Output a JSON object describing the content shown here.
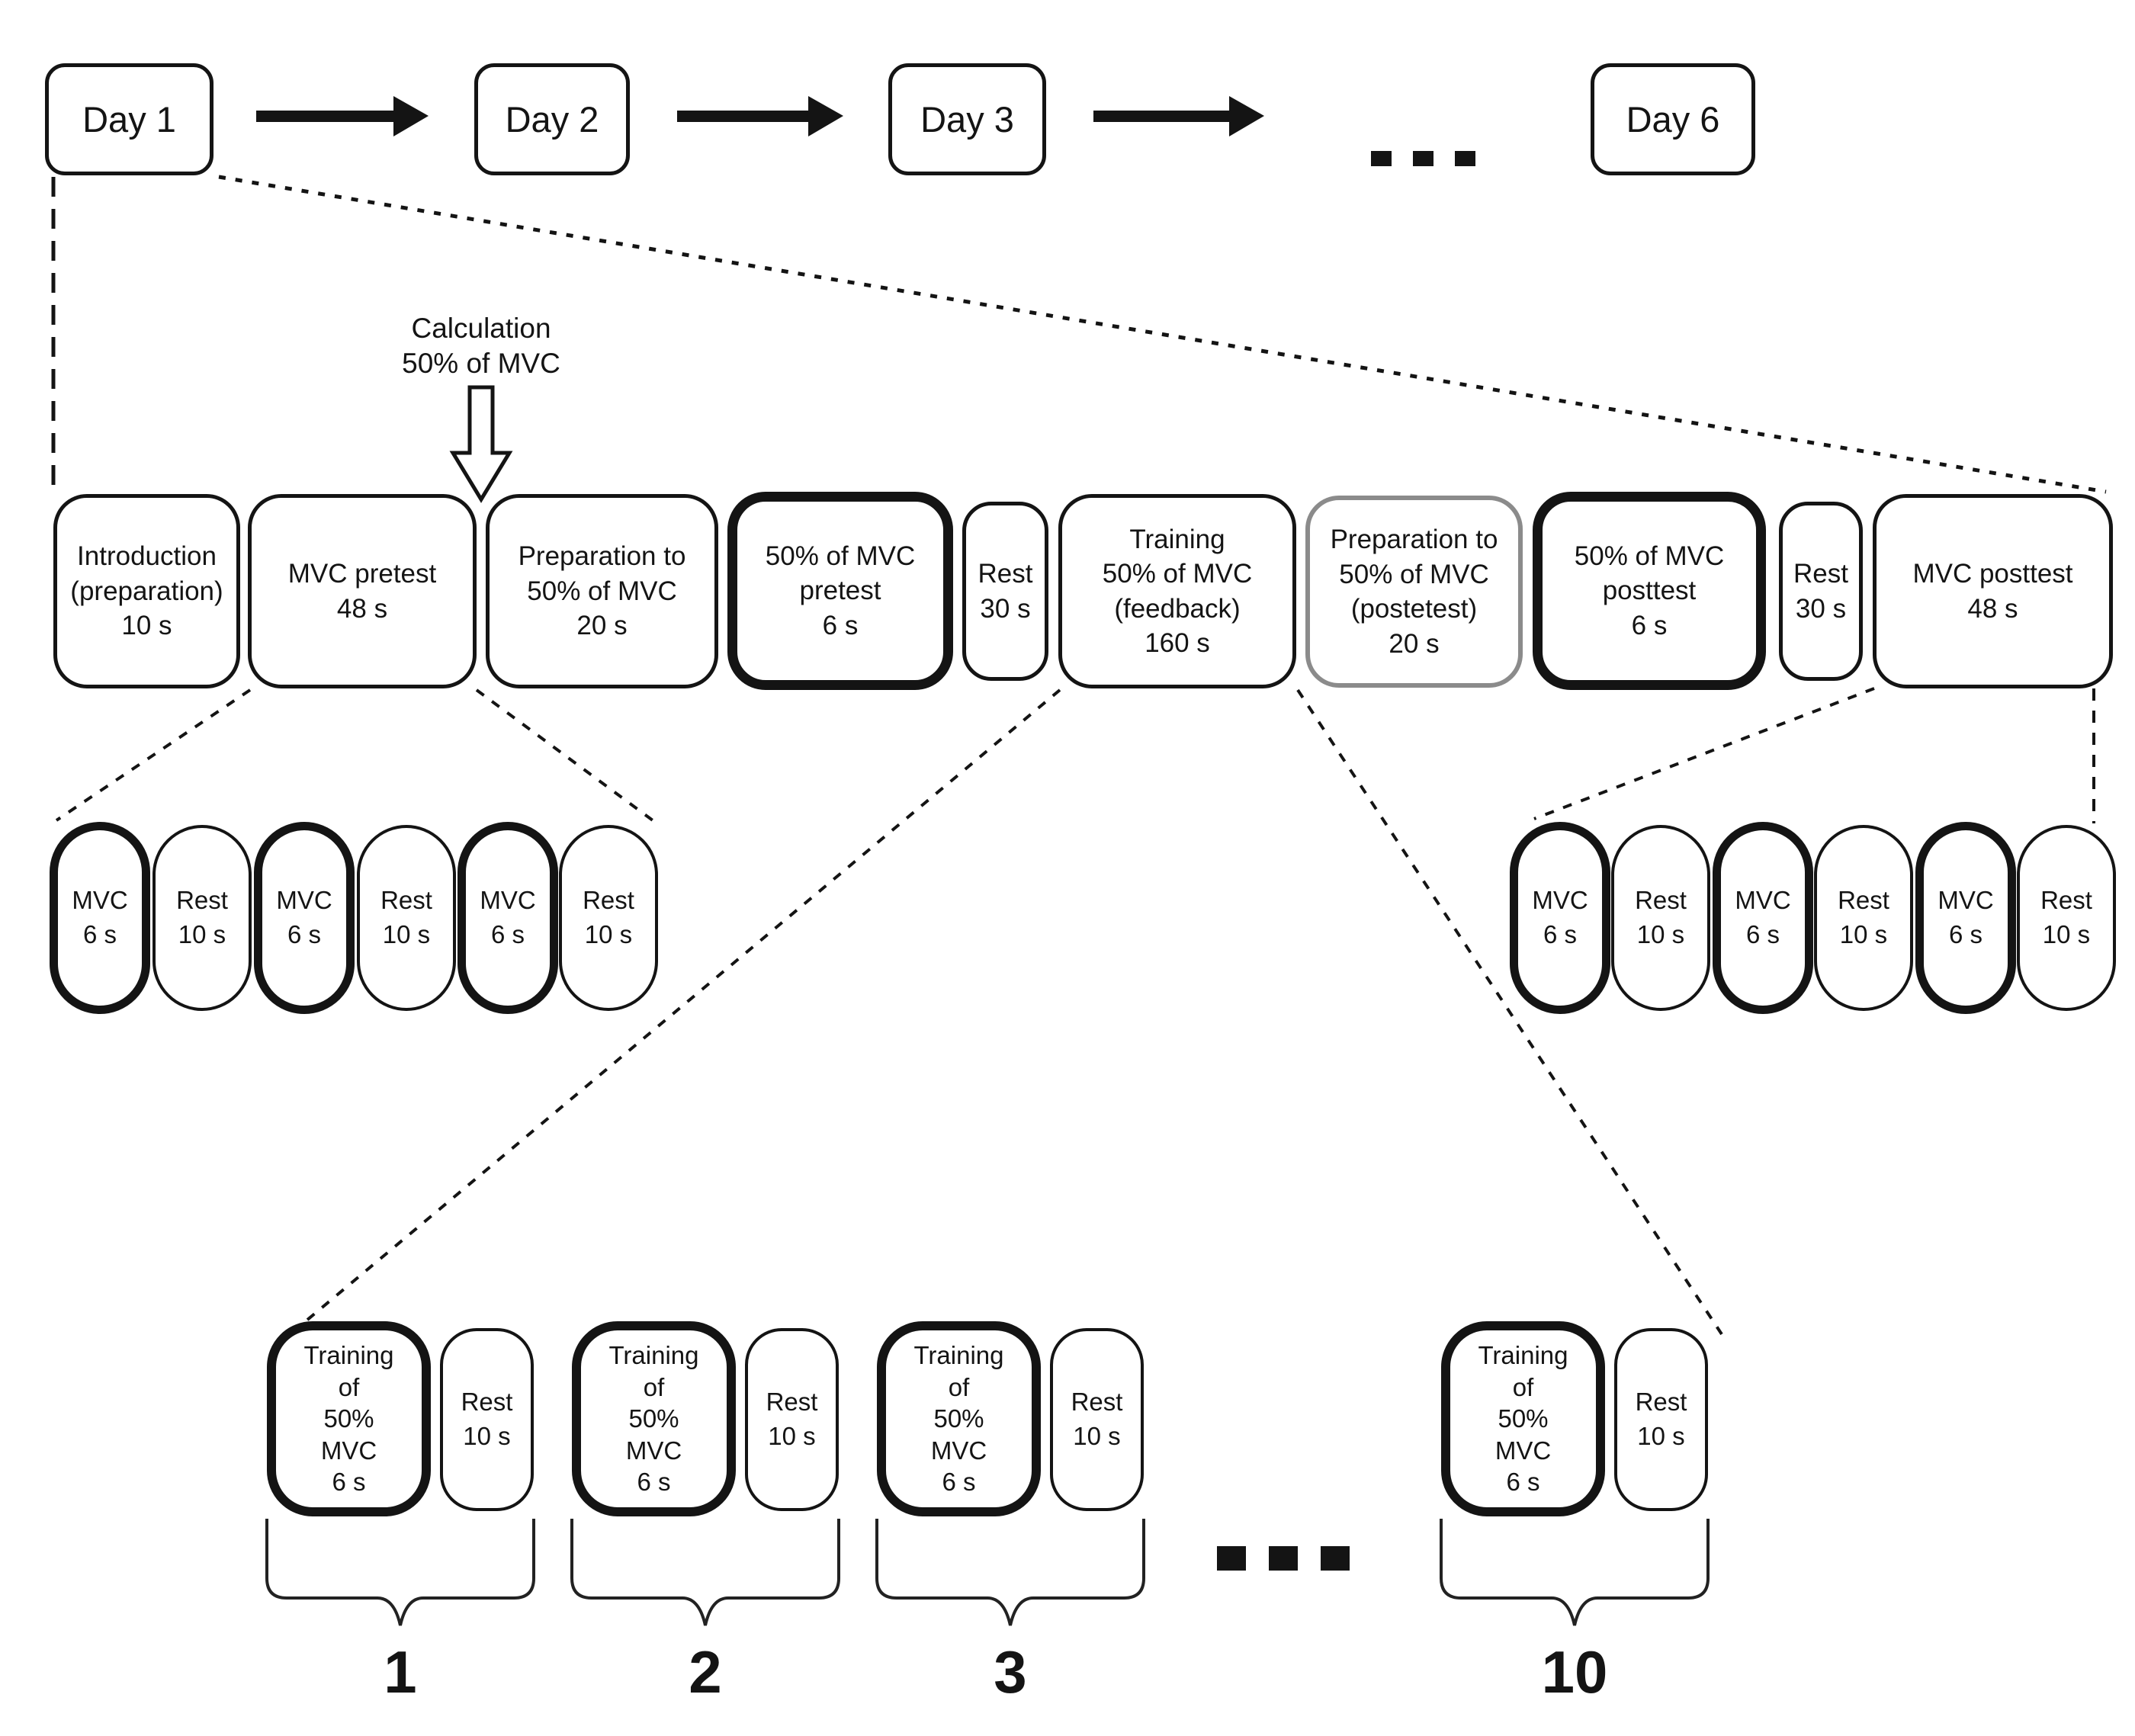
{
  "colors": {
    "line": "#141414",
    "gray_border": "#8b8b8b",
    "background": "#ffffff"
  },
  "icons": {
    "days_gap_ellipsis": "...",
    "training_gap_ellipsis": "...",
    "day_arrow": "right-arrow",
    "calculation_arrow": "hollow-down-arrow"
  },
  "days": {
    "boxes": [
      {
        "label": "Day 1"
      },
      {
        "label": "Day 2"
      },
      {
        "label": "Day 3"
      },
      {
        "label": "Day 6"
      }
    ]
  },
  "calculation_note": {
    "text": "Calculation\n50% of MVC"
  },
  "session_timeline": {
    "boxes": [
      {
        "id": "introduction",
        "text": "Introduction\n(preparation)\n10 s",
        "style": "normal"
      },
      {
        "id": "mvc-pretest",
        "text": "MVC pretest\n48 s",
        "style": "normal"
      },
      {
        "id": "preparation-pretest",
        "text": "Preparation to\n50% of MVC\n20 s",
        "style": "normal"
      },
      {
        "id": "fifty-mvc-pretest",
        "text": "50% of MVC\npretest\n6 s",
        "style": "thick"
      },
      {
        "id": "rest-a",
        "text": "Rest\n30 s",
        "style": "rest"
      },
      {
        "id": "training-feedback",
        "text": "Training\n50% of MVC\n(feedback)\n160 s",
        "style": "normal"
      },
      {
        "id": "preparation-posttest",
        "text": "Preparation to\n50% of MVC\n(postetest)\n20 s",
        "style": "gray"
      },
      {
        "id": "fifty-mvc-posttest",
        "text": "50% of MVC\nposttest\n6 s",
        "style": "thick"
      },
      {
        "id": "rest-b",
        "text": "Rest\n30 s",
        "style": "rest"
      },
      {
        "id": "mvc-posttest",
        "text": "MVC posttest\n48 s",
        "style": "normal"
      }
    ]
  },
  "mvc_pretest_detail": {
    "pills": [
      {
        "type": "mvc",
        "text": "MVC\n6 s"
      },
      {
        "type": "rest",
        "text": "Rest\n10 s"
      },
      {
        "type": "mvc",
        "text": "MVC\n6 s"
      },
      {
        "type": "rest",
        "text": "Rest\n10 s"
      },
      {
        "type": "mvc",
        "text": "MVC\n6 s"
      },
      {
        "type": "rest",
        "text": "Rest\n10 s"
      }
    ]
  },
  "mvc_posttest_detail": {
    "pills": [
      {
        "type": "mvc",
        "text": "MVC\n6 s"
      },
      {
        "type": "rest",
        "text": "Rest\n10 s"
      },
      {
        "type": "mvc",
        "text": "MVC\n6 s"
      },
      {
        "type": "rest",
        "text": "Rest\n10 s"
      },
      {
        "type": "mvc",
        "text": "MVC\n6 s"
      },
      {
        "type": "rest",
        "text": "Rest\n10 s"
      }
    ]
  },
  "training_detail": {
    "units": [
      {
        "number": "1",
        "training": "Training\nof\n50%\nMVC\n6 s",
        "rest": "Rest\n10 s"
      },
      {
        "number": "2",
        "training": "Training\nof\n50%\nMVC\n6 s",
        "rest": "Rest\n10 s"
      },
      {
        "number": "3",
        "training": "Training\nof\n50%\nMVC\n6 s",
        "rest": "Rest\n10 s"
      },
      {
        "number": "10",
        "training": "Training\nof\n50%\nMVC\n6 s",
        "rest": "Rest\n10 s"
      }
    ]
  }
}
